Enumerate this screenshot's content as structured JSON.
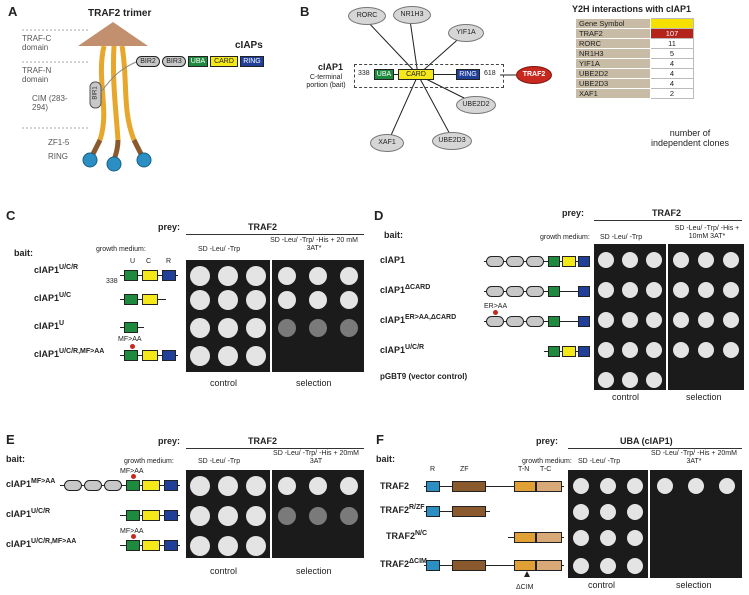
{
  "panels": {
    "a": "A",
    "b": "B",
    "c": "C",
    "d": "D",
    "e": "E",
    "f": "F"
  },
  "panel_a": {
    "title": "TRAF2 trimer",
    "ciaps": "cIAPs",
    "trafc": "TRAF-C domain",
    "trafn": "TRAF-N domain",
    "cim": "CIM (283-294)",
    "zf": "ZF1-5",
    "ring": "RING",
    "domains": [
      "BIR1",
      "BIR2",
      "BIR3",
      "UBA",
      "CARD",
      "RING"
    ]
  },
  "panel_b": {
    "bait_title": "cIAP1",
    "bait_sub": "C-terminal portion (bait)",
    "start": "338",
    "end": "618",
    "nodes": [
      "RORC",
      "NR1H3",
      "YIF1A",
      "UBE2D2",
      "UBE2D3",
      "XAF1",
      "TRAF2"
    ],
    "domains": [
      "UBA",
      "CARD",
      "RING"
    ],
    "table_title": "Y2H interactions with cIAP1",
    "header": [
      "Gene Symbol",
      ""
    ],
    "rows": [
      [
        "TRAF2",
        "107"
      ],
      [
        "RORC",
        "11"
      ],
      [
        "NR1H3",
        "5"
      ],
      [
        "YIF1A",
        "4"
      ],
      [
        "UBE2D2",
        "4"
      ],
      [
        "UBE2D3",
        "4"
      ],
      [
        "XAF1",
        "2"
      ]
    ],
    "caption": "number of independent clones"
  },
  "panel_c": {
    "prey": "prey:",
    "prey_name": "TRAF2",
    "bait": "bait:",
    "growth": "growth medium:",
    "col1": "SD -Leu/ -Trp",
    "col2": "SD -Leu/ -Trp/ -His + 20 mM 3AT*",
    "rows": [
      "cIAP1",
      "cIAP1",
      "cIAP1",
      "cIAP1"
    ],
    "sups": [
      "U/C/R",
      "U/C",
      "U",
      "U/C/R,MF>AA"
    ],
    "dom_labels": [
      "U",
      "C",
      "R"
    ],
    "start": "338",
    "mut": "MF>AA",
    "control": "control",
    "selection": "selection"
  },
  "panel_d": {
    "prey": "prey:",
    "prey_name": "TRAF2",
    "bait": "bait:",
    "growth": "growth medium:",
    "col1": "SD -Leu/ -Trp",
    "col2": "SD -Leu/ -Trp/ -His + 10mM 3AT*",
    "rows": [
      "cIAP1",
      "cIAP1",
      "cIAP1",
      "cIAP1",
      "pGBT9 (vector control)"
    ],
    "sups": [
      "",
      "ΔCARD",
      "ER>AA,ΔCARD",
      "U/C/R",
      ""
    ],
    "mut": "ER>AA",
    "control": "control",
    "selection": "selection"
  },
  "panel_e": {
    "prey": "prey:",
    "prey_name": "TRAF2",
    "bait": "bait:",
    "growth": "growth medium:",
    "col1": "SD -Leu/ -Trp",
    "col2": "SD -Leu/ -Trp/ -His + 20mM 3AT",
    "rows": [
      "cIAP1",
      "cIAP1",
      "cIAP1"
    ],
    "sups": [
      "MF>AA",
      "U/C/R",
      "U/C/R,MF>AA"
    ],
    "mut": "MF>AA",
    "control": "control",
    "selection": "selection"
  },
  "panel_f": {
    "prey": "prey:",
    "prey_name": "UBA (cIAP1)",
    "bait": "bait:",
    "growth": "growth medium:",
    "col1": "SD -Leu/ -Trp",
    "col2": "SD -Leu/ -Trp/ -His + 20mM 3AT*",
    "rows": [
      "TRAF2",
      "TRAF2",
      "TRAF2",
      "TRAF2"
    ],
    "sups": [
      "",
      "R/ZF",
      "N/C",
      "ΔCIM"
    ],
    "dom_labels": [
      "R",
      "ZF",
      "T-N",
      "T-C"
    ],
    "dcim": "ΔCIM",
    "control": "control",
    "selection": "selection"
  },
  "colors": {
    "uba": "#1e8a3e",
    "card": "#f4e81a",
    "ring": "#1f3f99",
    "bir": "#c8c8c8",
    "traf2_oval": "#c8281e",
    "ring_traf": "#2c8fc4",
    "zf": "#8a5a2e",
    "tn": "#e1a035",
    "tc": "#d8a877"
  }
}
